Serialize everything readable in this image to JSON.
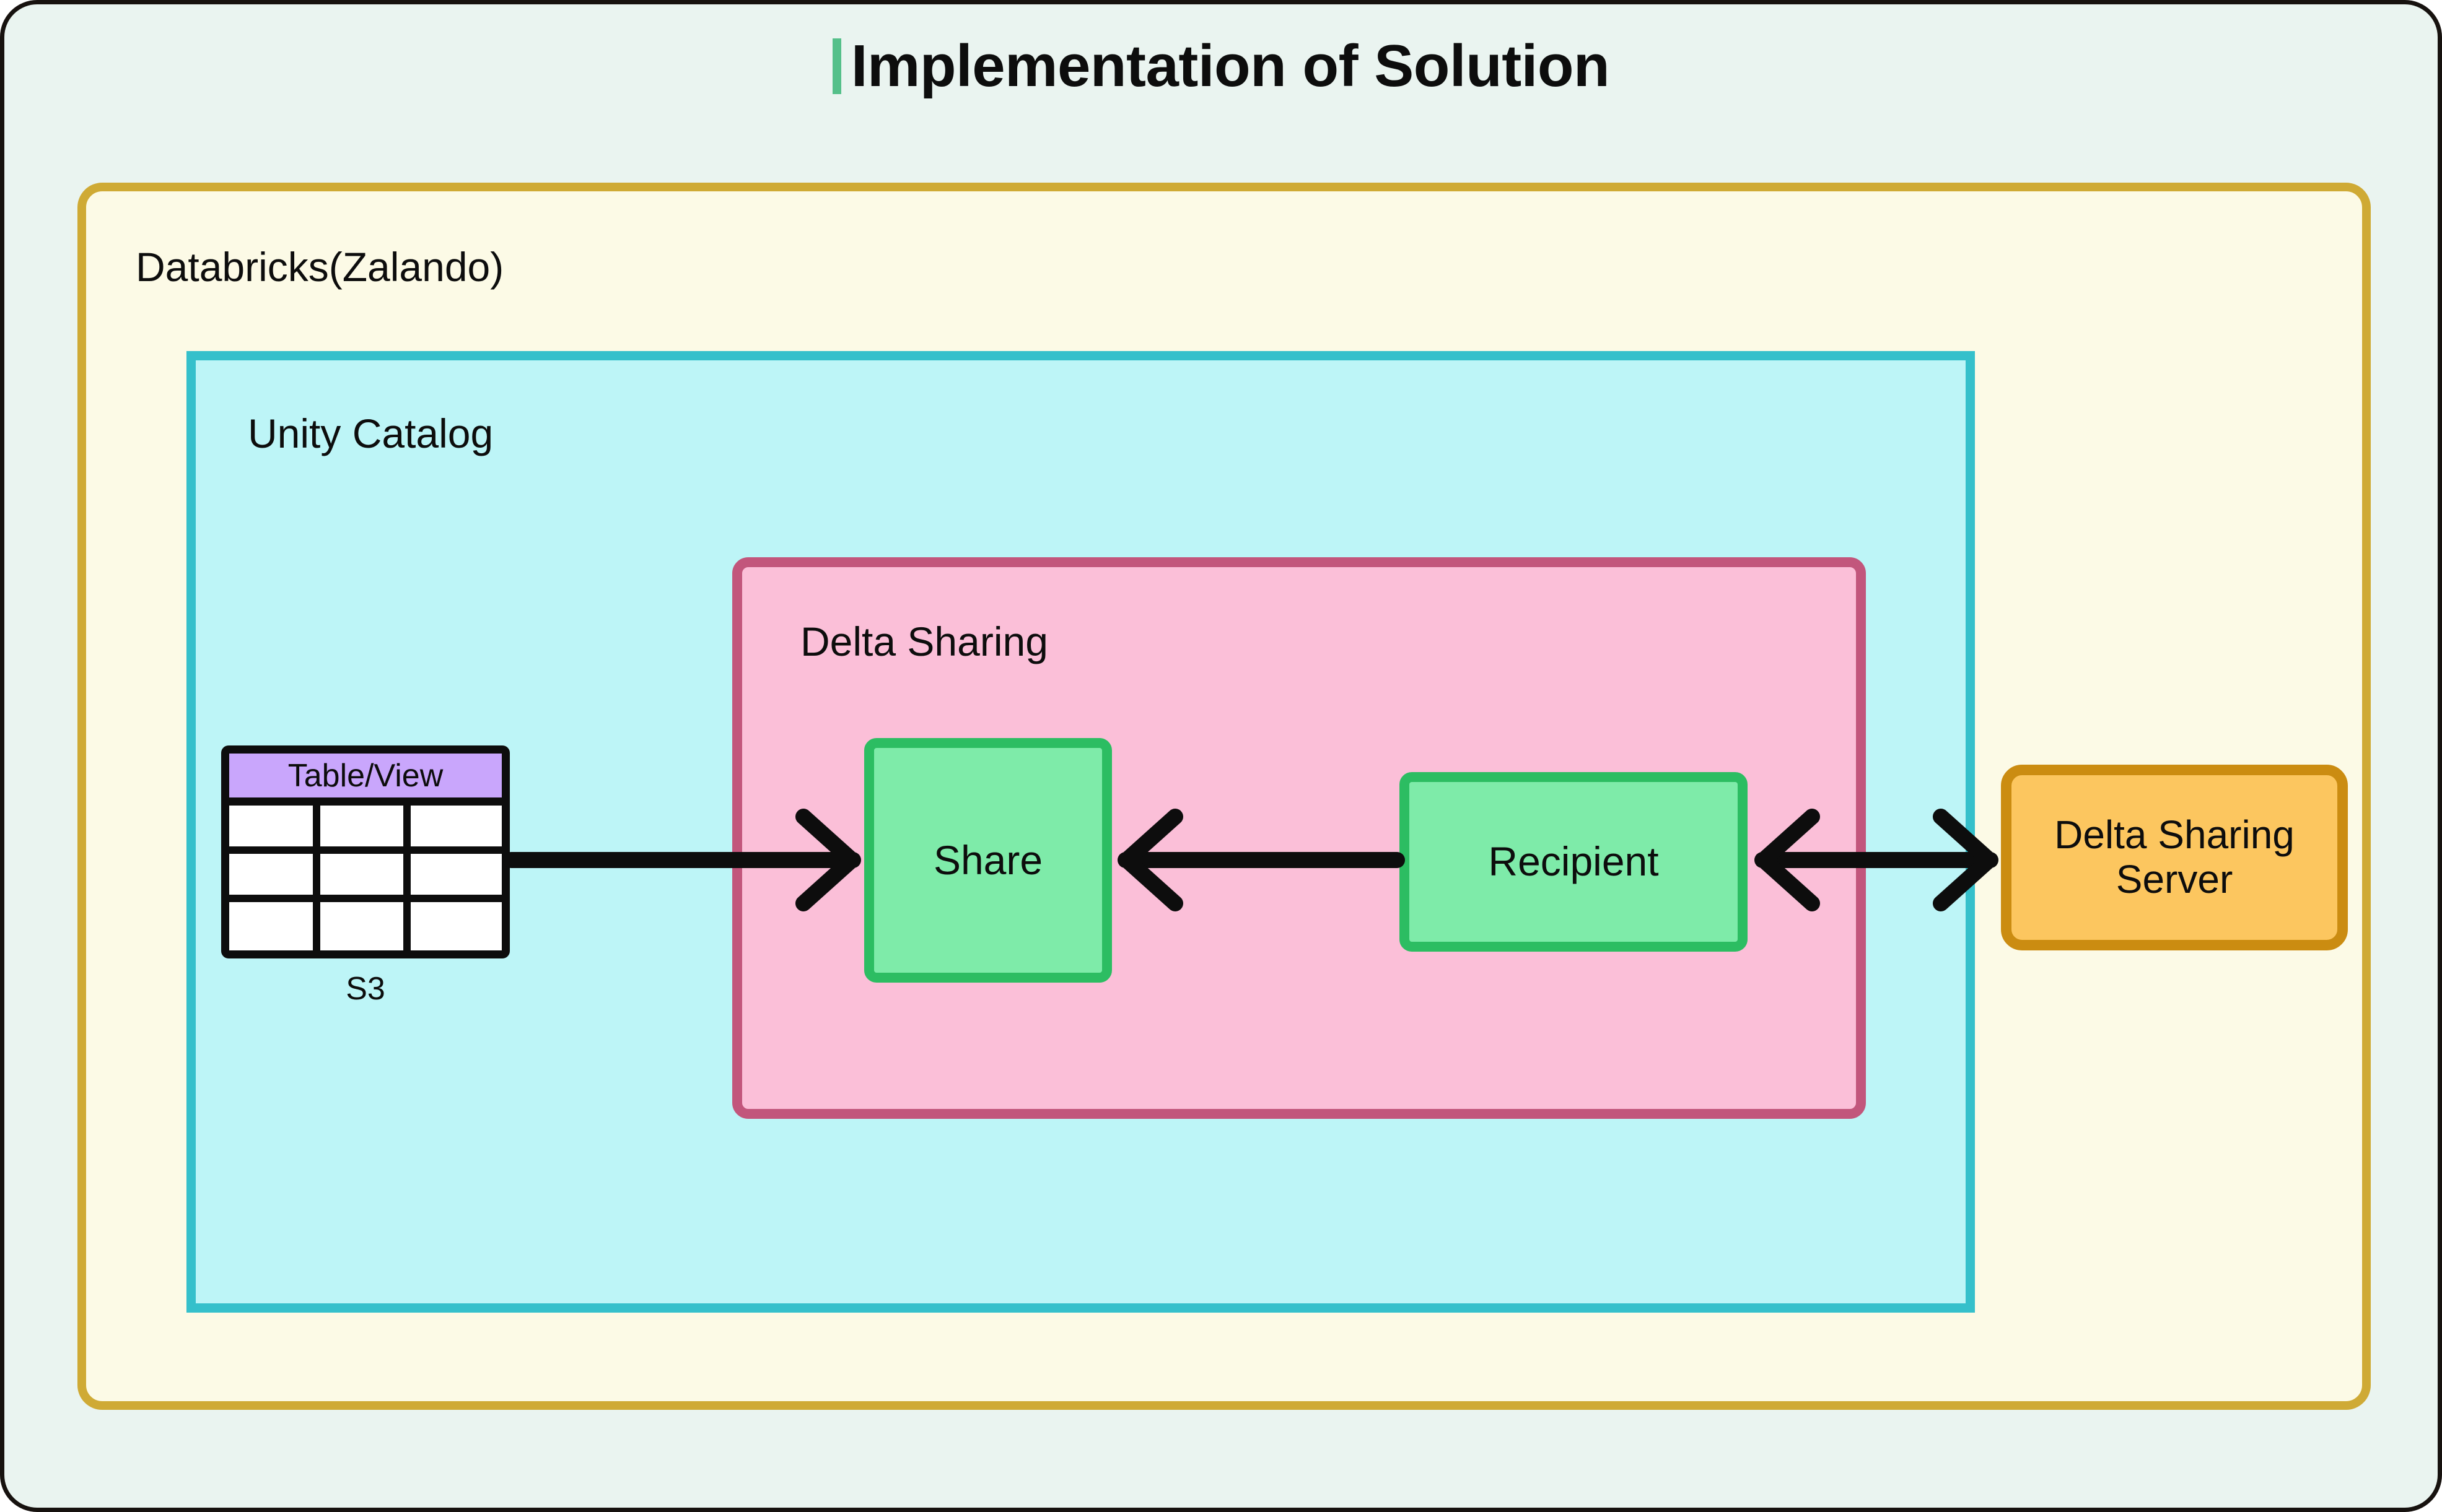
{
  "page": {
    "title": "Implementation of Solution",
    "background_color": "#eaf4f0",
    "accent_color": "#55c08a"
  },
  "containers": {
    "databricks": {
      "label": "Databricks(Zalando)",
      "fill": "#fcfae6",
      "border": "#cfaa35"
    },
    "unity_catalog": {
      "label": "Unity Catalog",
      "fill": "#bdf5f7",
      "border": "#35c0cb"
    },
    "delta_sharing": {
      "label": "Delta Sharing",
      "fill": "#fbbfd8",
      "border": "#c2567c"
    }
  },
  "nodes": {
    "table": {
      "header": "Table/View",
      "caption": "S3",
      "header_fill": "#c9a6fc",
      "cell_fill": "#ffffff",
      "border": "#0d0d0d",
      "rows": 3,
      "columns": 3
    },
    "share": {
      "label": "Share",
      "fill": "#7eeba9",
      "border": "#2cbd62"
    },
    "recipient": {
      "label": "Recipient",
      "fill": "#7eeba9",
      "border": "#2cbd62"
    },
    "server": {
      "label_line1": "Delta Sharing",
      "label_line2": "Server",
      "fill": "#fcc65f",
      "border": "#cb8c11"
    }
  },
  "connections": [
    {
      "name": "table-to-share",
      "from": "Table/View",
      "to": "Share",
      "direction": "forward",
      "color": "#0d0d0d"
    },
    {
      "name": "recipient-to-share",
      "from": "Recipient",
      "to": "Share",
      "direction": "backward",
      "color": "#0d0d0d"
    },
    {
      "name": "recipient-to-server",
      "from": "Recipient",
      "to": "Delta Sharing Server",
      "direction": "bidirectional",
      "color": "#0d0d0d"
    }
  ]
}
